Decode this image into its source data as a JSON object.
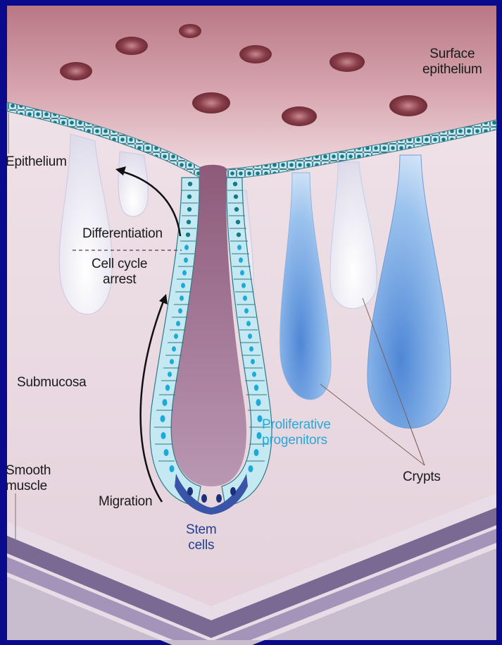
{
  "labels": {
    "surface_epithelium_1": "Surface",
    "surface_epithelium_2": "epithelium",
    "epithelium": "Epithelium",
    "differentiation": "Differentiation",
    "cell_cycle_1": "Cell cycle",
    "cell_cycle_2": "arrest",
    "submucosa": "Submucosa",
    "proliferative_1": "Proliferative",
    "proliferative_2": "progenitors",
    "smooth_muscle_1": "Smooth",
    "smooth_muscle_2": "muscle",
    "crypts": "Crypts",
    "migration": "Migration",
    "stem_cells_1": "Stem",
    "stem_cells_2": "cells"
  },
  "colors": {
    "background_border": "#0a0a8c",
    "tissue": "#e6d2da",
    "surface": "#c98a97",
    "crypt_lumen": "#9e7190",
    "epithelial_cell": "#bfe6f2",
    "differentiated_nucleus": "#167a86",
    "progenitor_nucleus": "#1eaad8",
    "stem_cell": "#3a55a8",
    "crypt_blue": "#6fa3e2",
    "muscle_layer": "#7a6a93",
    "label_cyan": "#27a9d9",
    "label_navy": "#233f8f"
  }
}
